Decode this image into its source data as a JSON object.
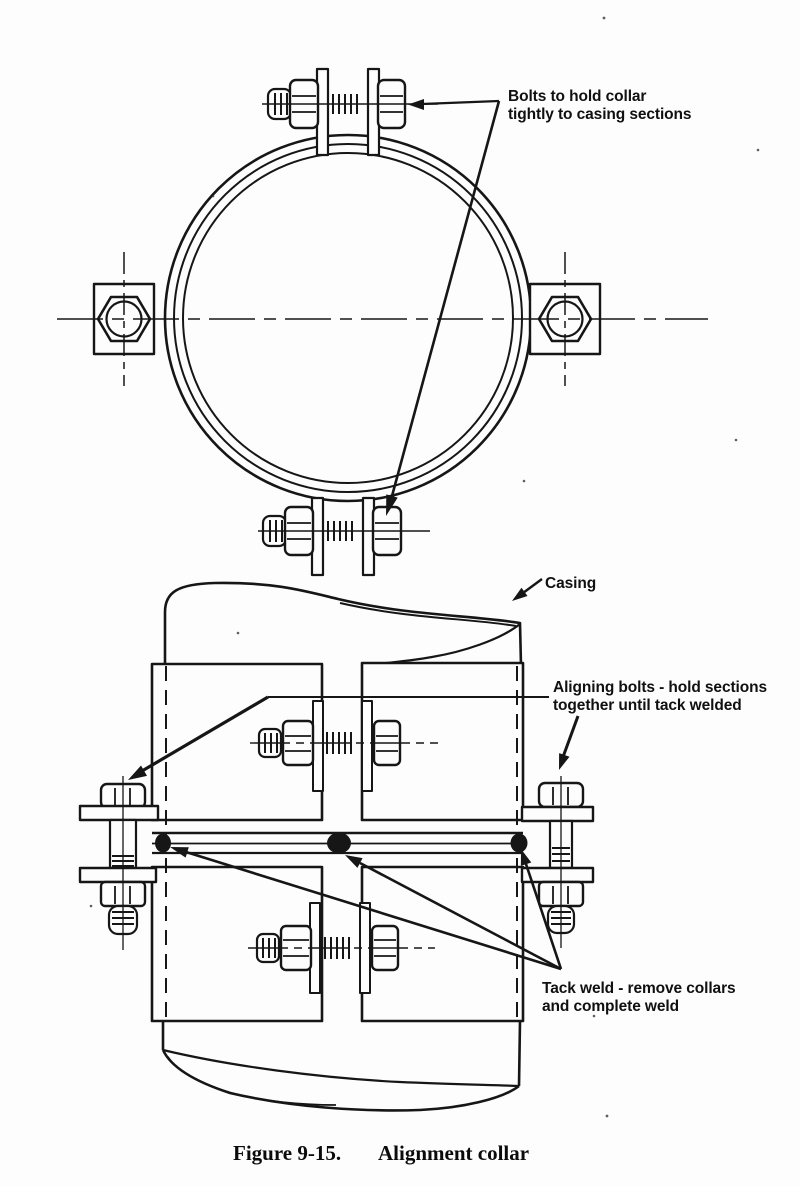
{
  "figure": {
    "caption_number": "Figure 9-15.",
    "caption_title": "Alignment collar"
  },
  "annotations": {
    "bolts_collar": [
      "Bolts to hold collar",
      "tightly to casing sections"
    ],
    "casing": "Casing",
    "aligning_bolts": [
      "Aligning bolts - hold sections",
      "together until tack welded"
    ],
    "tack_weld": [
      "Tack weld - remove collars",
      "and complete weld"
    ]
  },
  "colors": {
    "ink": "#161616",
    "paper": "#fdfdfd"
  }
}
